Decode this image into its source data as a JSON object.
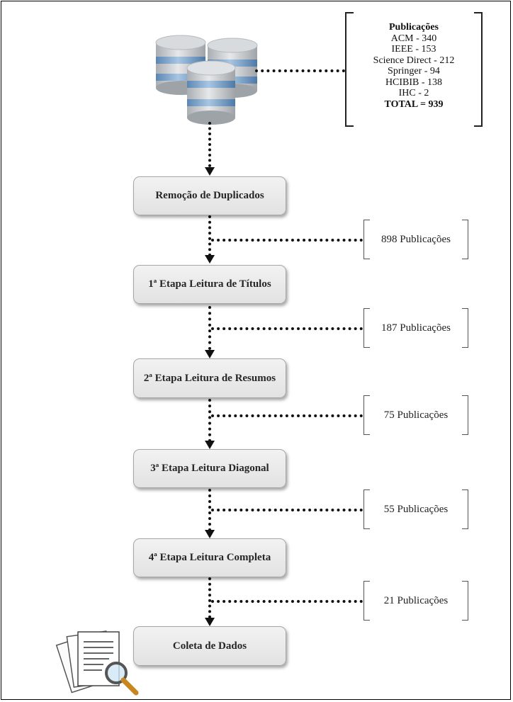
{
  "publications": {
    "title": "Publicações",
    "sources": [
      "ACM - 340",
      "IEEE - 153",
      "Science Direct - 212",
      "Springer - 94",
      "HCIBIB - 138",
      "IHC - 2"
    ],
    "total": "TOTAL = 939"
  },
  "steps": [
    "Remoção de Duplicados",
    "1ª Etapa Leitura de Títulos",
    "2ª Etapa Leitura de Resumos",
    "3ª Etapa Leitura Diagonal",
    "4ª Etapa Leitura Completa",
    "Coleta de Dados"
  ],
  "counts": [
    "898 Publicações",
    "187 Publicações",
    "75 Publicações",
    "55 Publicações",
    "21 Publicações"
  ]
}
